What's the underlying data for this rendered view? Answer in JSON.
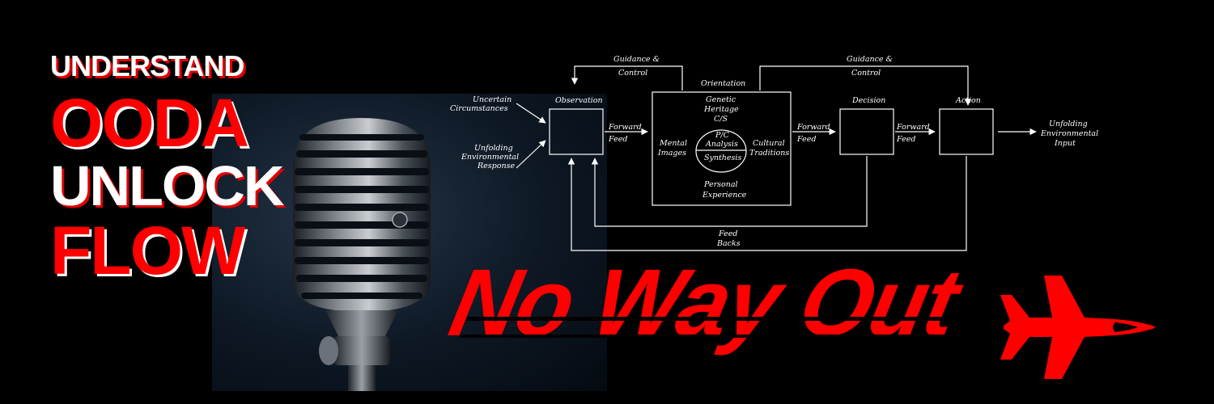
{
  "headline": {
    "line1": "UNDERSTAND",
    "line2": "OODA",
    "line3": "UNLOCK",
    "line4": "FLOW"
  },
  "diagram": {
    "inputs": {
      "uncertain_1": "Uncertain",
      "uncertain_2": "Circumstances",
      "unfolding_1": "Unfolding",
      "unfolding_2": "Environmental",
      "unfolding_3": "Response"
    },
    "guidance_1": "Guidance &",
    "guidance_2": "Control",
    "stages": {
      "observation": "Observation",
      "orientation": "Orientation",
      "decision": "Decision",
      "action": "Action"
    },
    "forward_1": "Forward",
    "forward_2": "Feed",
    "orientation_parts": {
      "genetic_1": "Genetic",
      "genetic_2": "Heritage",
      "genetic_3": "C/S",
      "mental_1": "Mental",
      "mental_2": "Images",
      "cultural_1": "Cultural",
      "cultural_2": "Traditions",
      "personal_1": "Personal",
      "personal_2": "Experience",
      "pc": "P/C",
      "analysis": "Analysis",
      "synthesis": "Synthesis"
    },
    "feedbacks_1": "Feed",
    "feedbacks_2": "Backs",
    "output_1": "Unfolding",
    "output_2": "Environmental",
    "output_3": "Input"
  },
  "movie_title": "No Way Out",
  "colors": {
    "brand_red": "#ff0000",
    "background": "#000000",
    "text_white": "#ffffff"
  },
  "icons": [
    "microphone-photo",
    "fighter-jet-icon"
  ]
}
